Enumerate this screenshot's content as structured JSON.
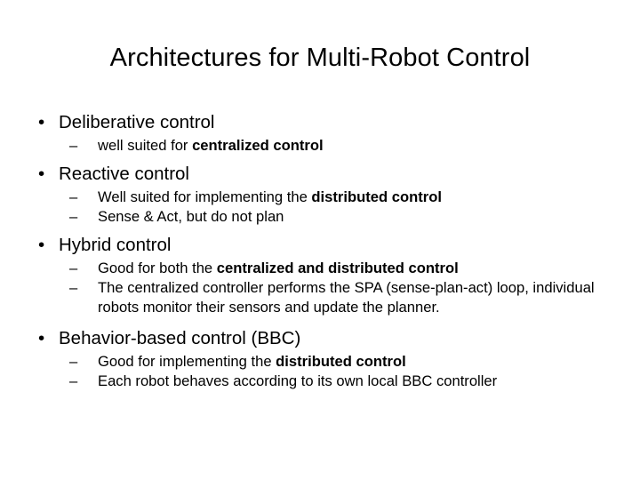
{
  "slide": {
    "title": "Architectures for Multi-Robot Control",
    "background_color": "#ffffff",
    "text_color": "#000000",
    "level1_marker": "•",
    "level2_marker": "–",
    "bullets": [
      {
        "label": "Deliberative control",
        "sub": [
          {
            "segments": [
              {
                "text": "well suited for ",
                "bold": false
              },
              {
                "text": "centralized control",
                "bold": true
              }
            ],
            "plain": "well suited for centralized control"
          }
        ]
      },
      {
        "label": "Reactive control",
        "sub": [
          {
            "segments": [
              {
                "text": "Well suited for implementing the ",
                "bold": false
              },
              {
                "text": "distributed control",
                "bold": true
              }
            ],
            "plain": "Well suited for implementing the distributed control"
          },
          {
            "segments": [
              {
                "text": "Sense & Act, but do not plan",
                "bold": false
              }
            ],
            "plain": "Sense & Act, but do not plan"
          }
        ]
      },
      {
        "label": "Hybrid control",
        "sub": [
          {
            "segments": [
              {
                "text": "Good for both the ",
                "bold": false
              },
              {
                "text": "centralized and distributed control",
                "bold": true
              }
            ],
            "plain": "Good for both the centralized and distributed control"
          },
          {
            "segments": [
              {
                "text": "The centralized controller performs the SPA (sense-plan-act) loop, individual robots monitor their sensors and update the planner.",
                "bold": false
              }
            ],
            "plain": "The centralized controller performs the SPA (sense-plan-act) loop, individual robots monitor their sensors and update the planner."
          }
        ]
      },
      {
        "label": "Behavior-based control (BBC)",
        "sub": [
          {
            "segments": [
              {
                "text": "Good for implementing the ",
                "bold": false
              },
              {
                "text": "distributed control",
                "bold": true
              }
            ],
            "plain": "Good for implementing the distributed control"
          },
          {
            "segments": [
              {
                "text": "Each robot behaves according to its own local BBC controller",
                "bold": false
              }
            ],
            "plain": "Each robot behaves according to its own local BBC controller"
          }
        ]
      }
    ]
  }
}
